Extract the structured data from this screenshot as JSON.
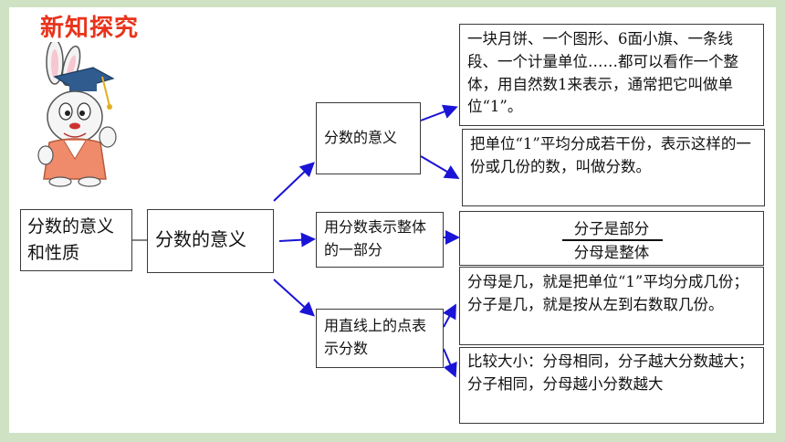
{
  "header": {
    "title": "新知探究"
  },
  "mascot": {
    "icon": "rabbit-scholar-icon"
  },
  "root": {
    "text": "分数的意义和性质"
  },
  "main": {
    "text": "分数的意义"
  },
  "branches": [
    {
      "text": "分数的意义"
    },
    {
      "text": "用分数表示整体的一部分"
    },
    {
      "text": "用直线上的点表示分数"
    }
  ],
  "details": {
    "unit": "一块月饼、一个图形、6面小旗、一条线段、一个计量单位……都可以看作一个整体，用自然数1来表示，通常把它叫做单位“1”。",
    "definition": "把单位“1”平均分成若干份，表示这样的一份或几份的数，叫做分数。",
    "fraction_numerator": "分子是部分",
    "fraction_denominator": "分母是整体",
    "number_line": "分母是几，就是把单位“1”平均分成几份；分子是几，就是按从左到右数取几份。",
    "compare": "比较大小：分母相同，分子越大分数越大；分子相同，分母越小分数越大"
  },
  "colors": {
    "title": "#e8331a",
    "arrow": "#1a14d6",
    "background": "#cfe3c4"
  }
}
